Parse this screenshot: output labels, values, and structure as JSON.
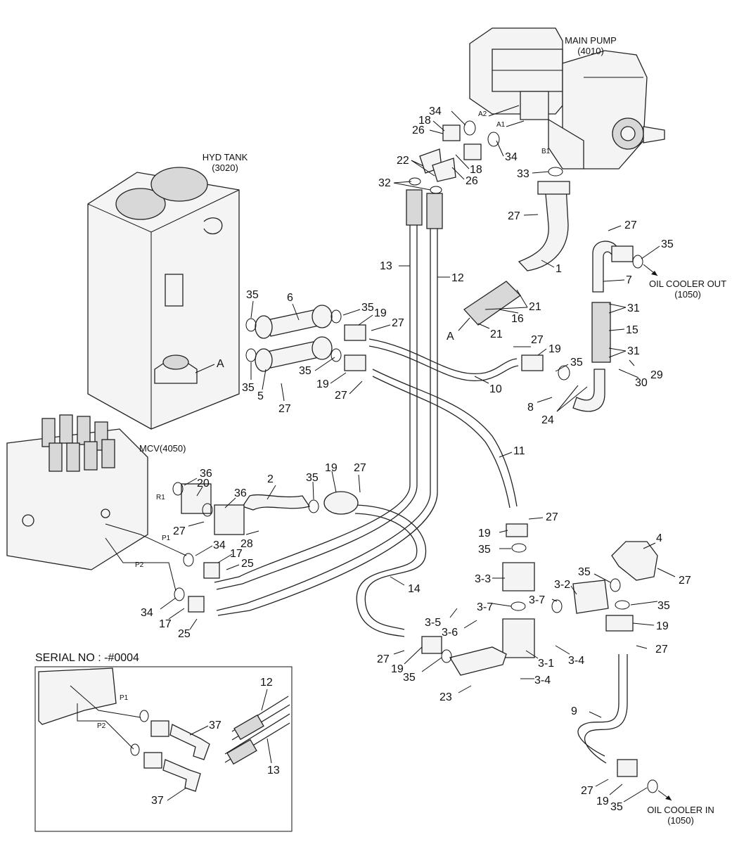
{
  "components": {
    "main_pump": {
      "name": "MAIN PUMP",
      "code": "(4010)",
      "ports": [
        "A2",
        "A1",
        "B1"
      ]
    },
    "hyd_tank": {
      "name": "HYD TANK",
      "code": "(3020)"
    },
    "mcv": {
      "name": "MCV(4050)",
      "ports": [
        "R1",
        "P1",
        "P2"
      ]
    },
    "oil_cooler_out": {
      "name": "OIL COOLER OUT",
      "code": "(1050)"
    },
    "oil_cooler_in": {
      "name": "OIL COOLER IN",
      "code": "(1050)"
    },
    "detail_a": "A"
  },
  "inset": {
    "title": "SERIAL NO : -#0004",
    "ports": [
      "P1",
      "P2"
    ],
    "callouts": [
      "12",
      "13",
      "37",
      "37"
    ]
  },
  "callouts": [
    "34",
    "26",
    "18",
    "22",
    "32",
    "18",
    "26",
    "34",
    "33",
    "27",
    "27",
    "35",
    "13",
    "12",
    "1",
    "7",
    "21",
    "16",
    "21",
    "A",
    "31",
    "15",
    "31",
    "35",
    "6",
    "35",
    "19",
    "27",
    "35",
    "19",
    "27",
    "27",
    "19",
    "35",
    "29",
    "30",
    "8",
    "24",
    "35",
    "5",
    "27",
    "10",
    "11",
    "36",
    "20",
    "2",
    "35",
    "19",
    "27",
    "36",
    "27",
    "28",
    "34",
    "17",
    "25",
    "27",
    "19",
    "35",
    "4",
    "34",
    "17",
    "25",
    "14",
    "3-3",
    "35",
    "3-2",
    "27",
    "3-7",
    "3-7",
    "35",
    "19",
    "3-5",
    "3-6",
    "27",
    "27",
    "19",
    "35",
    "3-1",
    "3-4",
    "23",
    "3-4",
    "9",
    "27",
    "19",
    "35"
  ]
}
